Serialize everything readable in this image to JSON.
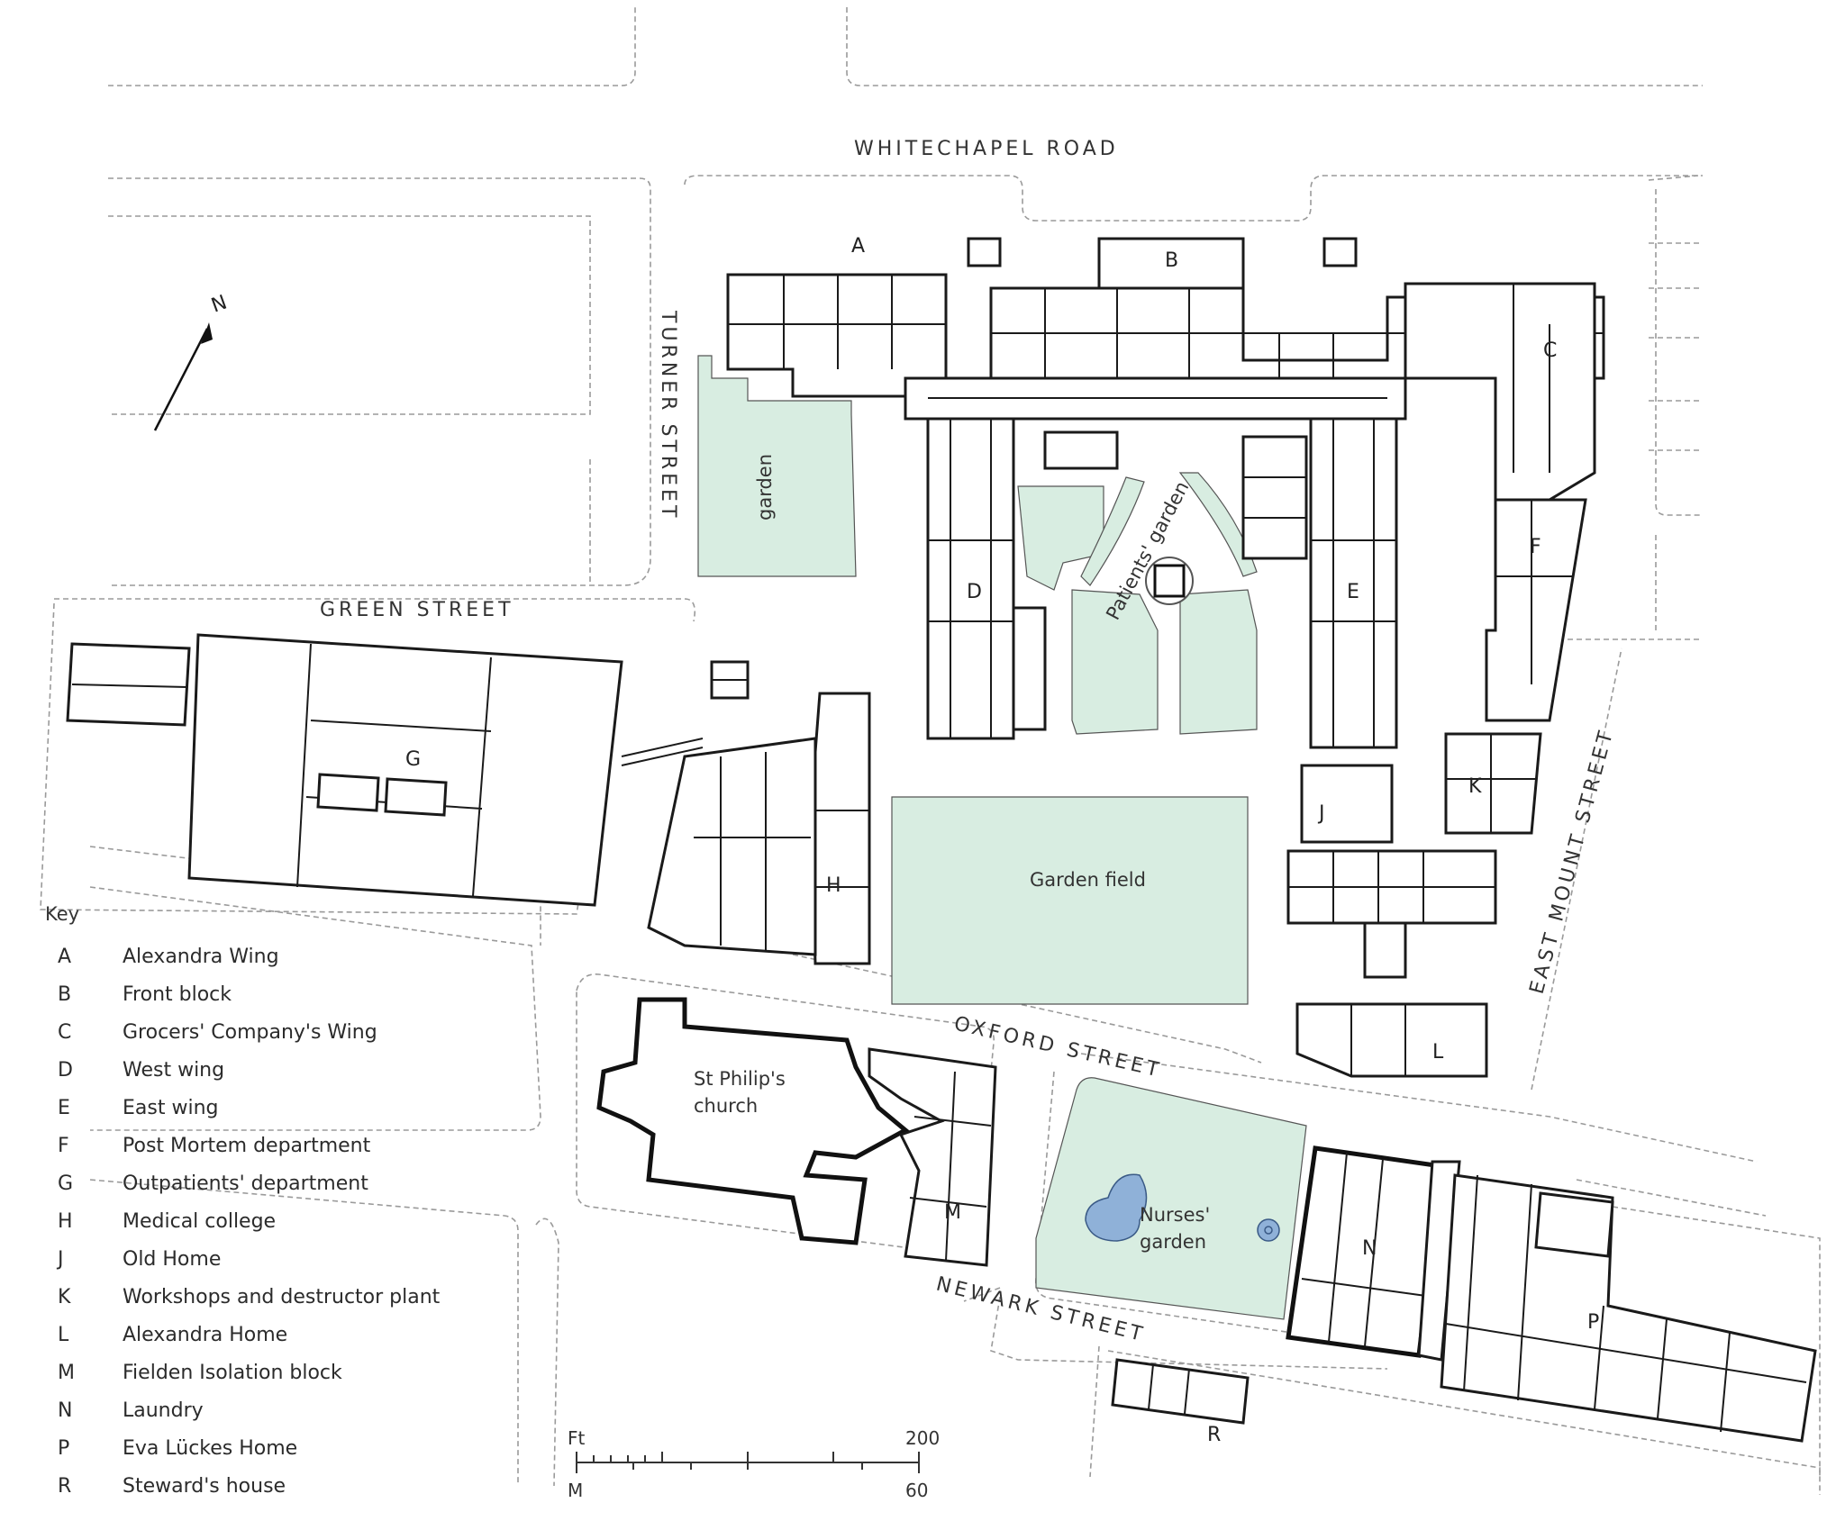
{
  "streets": {
    "whitechapel_road": "WHITECHAPEL ROAD",
    "turner_street": "TURNER STREET",
    "green_street": "GREEN STREET",
    "oxford_street": "OXFORD STREET",
    "newark_street": "NEWARK STREET",
    "east_mount_street": "EAST MOUNT STREET"
  },
  "north_label": "N",
  "block_letters": [
    "A",
    "B",
    "C",
    "D",
    "E",
    "F",
    "G",
    "H",
    "J",
    "K",
    "L",
    "M",
    "N",
    "P",
    "R"
  ],
  "areas": {
    "garden": "garden",
    "patients_garden": "Patients' garden",
    "garden_field": "Garden field",
    "st_philips_church": "St Philip's church",
    "nurses_garden": "Nurses' garden"
  },
  "key": {
    "title": "Key",
    "items": [
      {
        "letter": "A",
        "label": "Alexandra Wing"
      },
      {
        "letter": "B",
        "label": "Front block"
      },
      {
        "letter": "C",
        "label": "Grocers' Company's Wing"
      },
      {
        "letter": "D",
        "label": "West wing"
      },
      {
        "letter": "E",
        "label": "East wing"
      },
      {
        "letter": "F",
        "label": "Post Mortem department"
      },
      {
        "letter": "G",
        "label": "Outpatients' department"
      },
      {
        "letter": "H",
        "label": "Medical college"
      },
      {
        "letter": "J",
        "label": "Old Home"
      },
      {
        "letter": "K",
        "label": "Workshops and destructor plant"
      },
      {
        "letter": "L",
        "label": "Alexandra Home"
      },
      {
        "letter": "M",
        "label": "Fielden Isolation block"
      },
      {
        "letter": "N",
        "label": "Laundry"
      },
      {
        "letter": "P",
        "label": "Eva Lückes Home"
      },
      {
        "letter": "R",
        "label": "Steward's house"
      }
    ]
  },
  "scale": {
    "ft_label": "Ft",
    "ft_max": "200",
    "m_label": "M",
    "m_max": "60"
  },
  "colors": {
    "garden_fill": "#d8ede1",
    "pond_fill": "#8fb1d8",
    "wall": "#1a1a1a",
    "kerb": "#9a9a9a"
  }
}
